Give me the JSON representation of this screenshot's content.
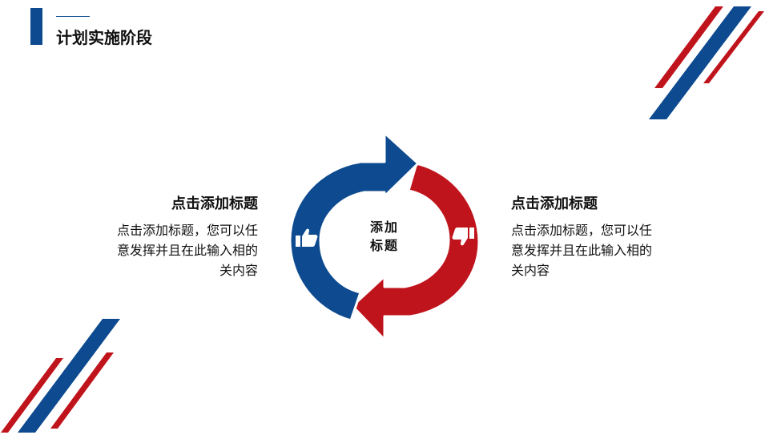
{
  "colors": {
    "blue": "#0d4a8f",
    "red": "#c0141c",
    "text": "#111111"
  },
  "header": {
    "title": "计划实施阶段"
  },
  "cycle": {
    "center_label_line1": "添加",
    "center_label_line2": "标题",
    "left_icon": "thumbs-up-icon",
    "right_icon": "thumbs-down-icon"
  },
  "left_panel": {
    "heading": "点击添加标题",
    "body": "点击添加标题，您可以任意发挥并且在此输入相的关内容"
  },
  "right_panel": {
    "heading": "点击添加标题",
    "body": "点击添加标题，您可以任意发挥并且在此输入相的关内容"
  }
}
